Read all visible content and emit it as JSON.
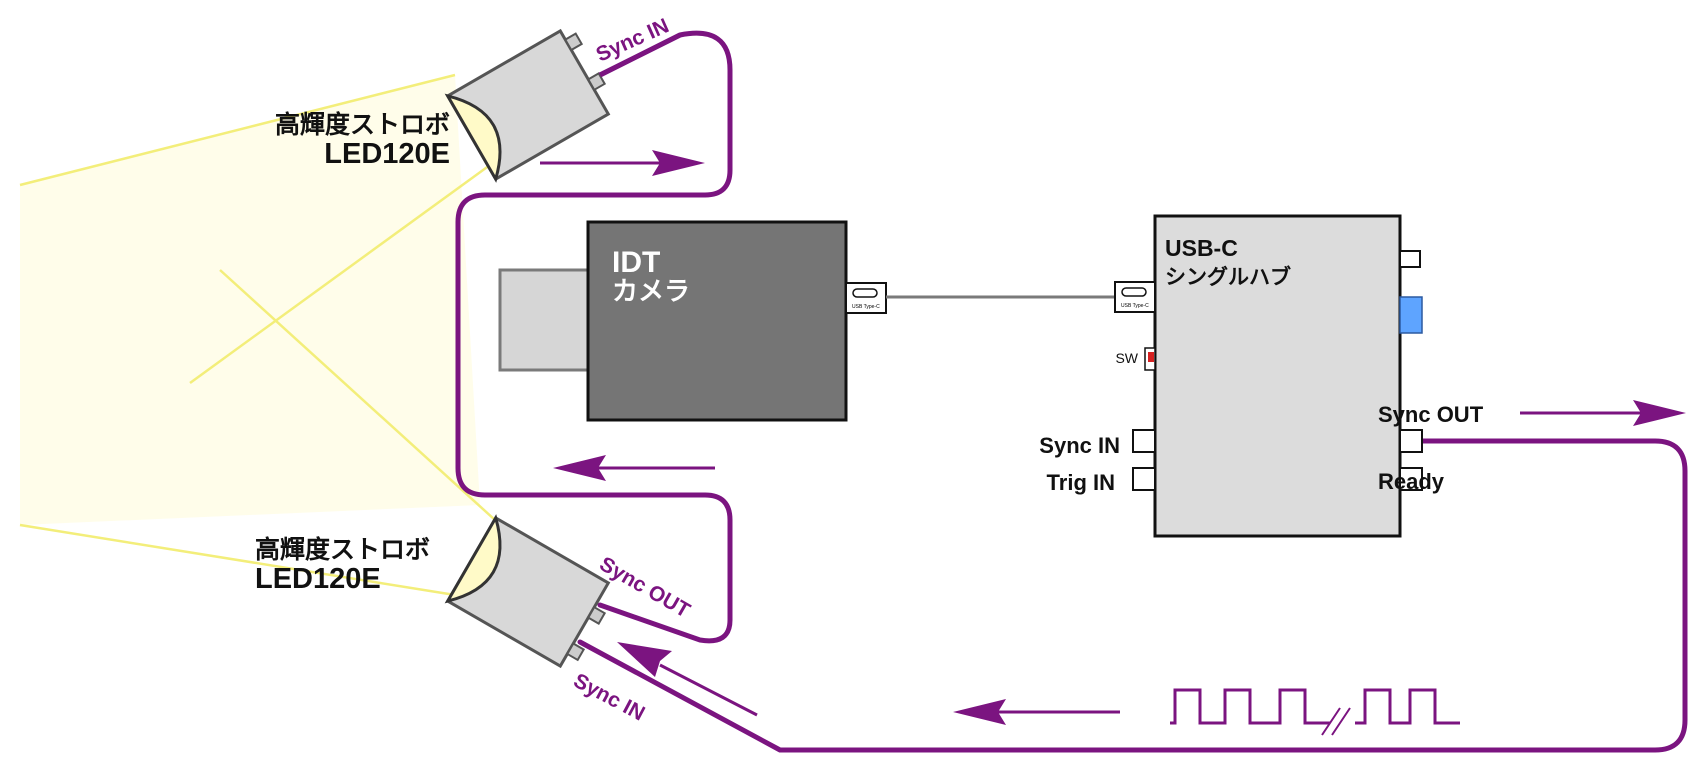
{
  "colors": {
    "sync_line": "#7b1480",
    "light_beam": "#f5f0a0",
    "light_fill": "#fffde6",
    "camera_body": "#757575",
    "hub_body": "#dcdcdc",
    "strobe_body": "#d8d8d8",
    "cable": "#7a7a7a",
    "blue_port": "#5ea4ff",
    "switch": "#d62020"
  },
  "strobe_top": {
    "name_line1": "高輝度ストロボ",
    "name_line2": "LED120E",
    "sync_in_label": "Sync IN"
  },
  "strobe_bottom": {
    "name_line1": "高輝度ストロボ",
    "name_line2": "LED120E",
    "sync_out_label": "Sync OUT",
    "sync_in_label": "Sync IN"
  },
  "camera": {
    "title_line1": "IDT",
    "title_line2": "カメラ",
    "usb_port_label": "USB Type-C"
  },
  "hub": {
    "title_line1": "USB-C",
    "title_line2": "シングルハブ",
    "usb_port_label": "USB Type-C",
    "switch_label": "SW",
    "sync_in_label": "Sync IN",
    "trig_in_label": "Trig IN",
    "sync_out_label": "Sync OUT",
    "ready_label": "Ready"
  },
  "icons": [
    "arrow-right-icon",
    "arrow-left-icon",
    "pulse-train-icon",
    "break-mark-icon"
  ]
}
